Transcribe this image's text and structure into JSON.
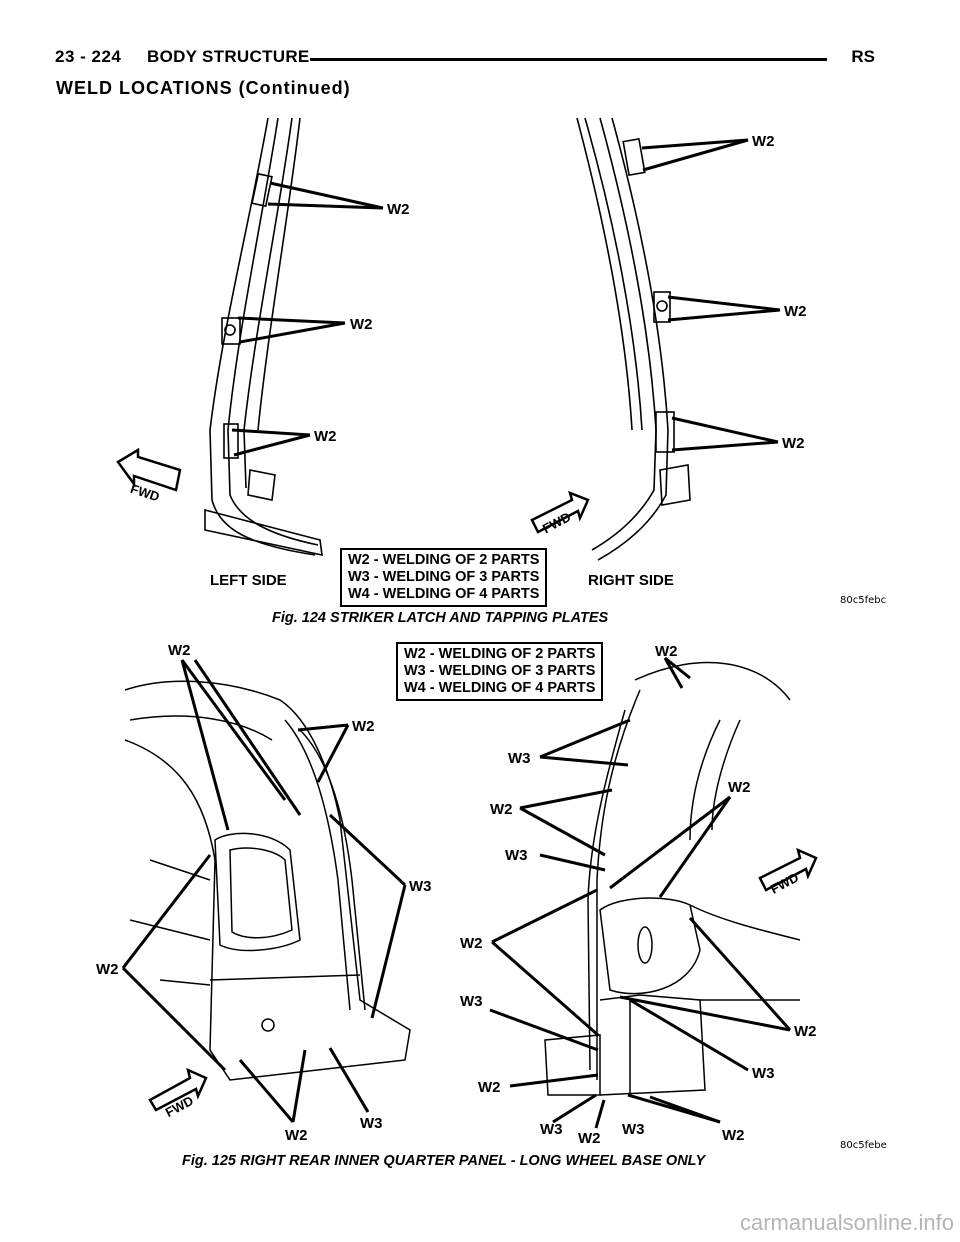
{
  "header": {
    "page_number": "23 - 224",
    "section": "BODY STRUCTURE",
    "manual_code": "RS"
  },
  "subtitle": "WELD LOCATIONS (Continued)",
  "figure124": {
    "caption": "Fig. 124 STRIKER LATCH AND TAPPING PLATES",
    "code": "80c5febc",
    "left_label": "LEFT SIDE",
    "right_label": "RIGHT SIDE",
    "fwd": "FWD",
    "legend": [
      "W2 - WELDING OF 2 PARTS",
      "W3 - WELDING OF 3 PARTS",
      "W4 - WELDING OF 4 PARTS"
    ],
    "callouts": {
      "w2": "W2"
    }
  },
  "figure125": {
    "caption": "Fig. 125 RIGHT REAR INNER QUARTER PANEL - LONG WHEEL BASE ONLY",
    "code": "80c5febe",
    "fwd": "FWD",
    "legend": [
      "W2 - WELDING OF 2 PARTS",
      "W3 - WELDING OF 3 PARTS",
      "W4 - WELDING OF 4 PARTS"
    ],
    "callouts": {
      "w2": "W2",
      "w3": "W3"
    }
  },
  "watermark": "carmanualsonline.info"
}
